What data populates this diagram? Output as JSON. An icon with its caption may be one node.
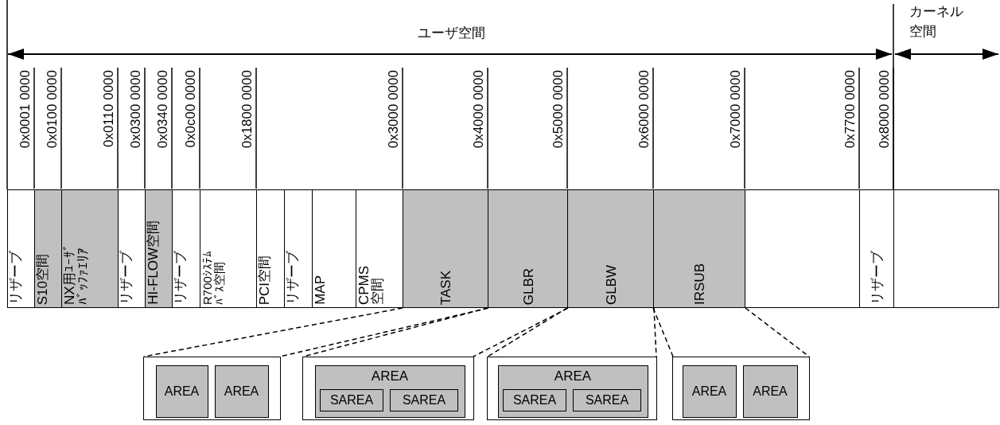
{
  "diagram": {
    "nodes": [
      {
        "text": [
          "リザーブ"
        ]
      },
      {
        "text": [
          "S10空間"
        ]
      },
      {
        "text": [
          "NX用ﾕｰｻﾞﾊﾞｯﾌｧｴﾘｱ"
        ]
      },
      {
        "text": [
          "リザーブ"
        ]
      },
      {
        "text": [
          "HI-FLOW空間"
        ]
      },
      {
        "text": [
          "リザーブ"
        ]
      },
      {
        "text": [
          "R700ｼｽﾃﾑﾊﾞｽ空間"
        ]
      },
      {
        "text": [
          "PCI空間"
        ]
      },
      {
        "text": [
          "リザーブ"
        ]
      },
      {
        "text": [
          "MAP"
        ]
      },
      {
        "text": [
          "CPMS空間"
        ]
      },
      {
        "text": [
          "TASK"
        ]
      },
      {
        "text": [
          "GLBR"
        ]
      },
      {
        "text": [
          "GLBW"
        ]
      },
      {
        "text": [
          "IRSUB"
        ]
      },
      {
        "text": [],
        "shape": "box"
      },
      {
        "text": [
          "リザーブ"
        ]
      },
      {
        "text": [],
        "shape": "box"
      },
      {
        "text": [],
        "shape": "box"
      },
      {
        "text": [
          "AREA"
        ],
        "in": 18
      },
      {
        "text": [
          "AREA"
        ],
        "in": 18
      },
      {
        "text": [],
        "shape": "box"
      },
      {
        "text": [
          "AREA"
        ],
        "in": 21
      },
      {
        "text": [
          "SAREA"
        ],
        "in": 22
      },
      {
        "text": [
          "SAREA"
        ],
        "in": 22
      },
      {
        "text": [],
        "shape": "box"
      },
      {
        "text": [
          "AREA"
        ],
        "in": 25
      },
      {
        "text": [
          "SAREA"
        ],
        "in": 26
      },
      {
        "text": [
          "SAREA"
        ],
        "in": 26
      },
      {
        "text": [],
        "shape": "box"
      },
      {
        "text": [
          "AREA"
        ],
        "in": 29
      },
      {
        "text": [
          "AREA"
        ],
        "in": 29
      }
    ],
    "edges": [
      {
        "from": 11,
        "to": 18,
        "arrow": "none",
        "style": "dashed"
      },
      {
        "from": 11,
        "to": 18,
        "arrow": "none",
        "style": "dashed"
      },
      {
        "from": 12,
        "to": 21,
        "arrow": "none",
        "style": "dashed"
      },
      {
        "from": 12,
        "to": 21,
        "arrow": "none",
        "style": "dashed"
      },
      {
        "from": 13,
        "to": 25,
        "arrow": "none",
        "style": "dashed"
      },
      {
        "from": 13,
        "to": 25,
        "arrow": "none",
        "style": "dashed"
      },
      {
        "from": 14,
        "to": 29,
        "arrow": "none",
        "style": "dashed"
      },
      {
        "from": 14,
        "to": 29,
        "arrow": "none",
        "style": "dashed"
      }
    ],
    "labels": [
      "ユーザ空間",
      "カーネル空間",
      "0x0001 0000",
      "0x0100 0000",
      "0x0110 0000",
      "0x0300 0000",
      "0x0340 0000",
      "0x0c00 0000",
      "0x1800 0000",
      "0x3000 0000",
      "0x4000 0000",
      "0x5000 0000",
      "0x6000 0000",
      "0x7000 0000",
      "0x7700 0000",
      "0x8000 0000"
    ]
  }
}
